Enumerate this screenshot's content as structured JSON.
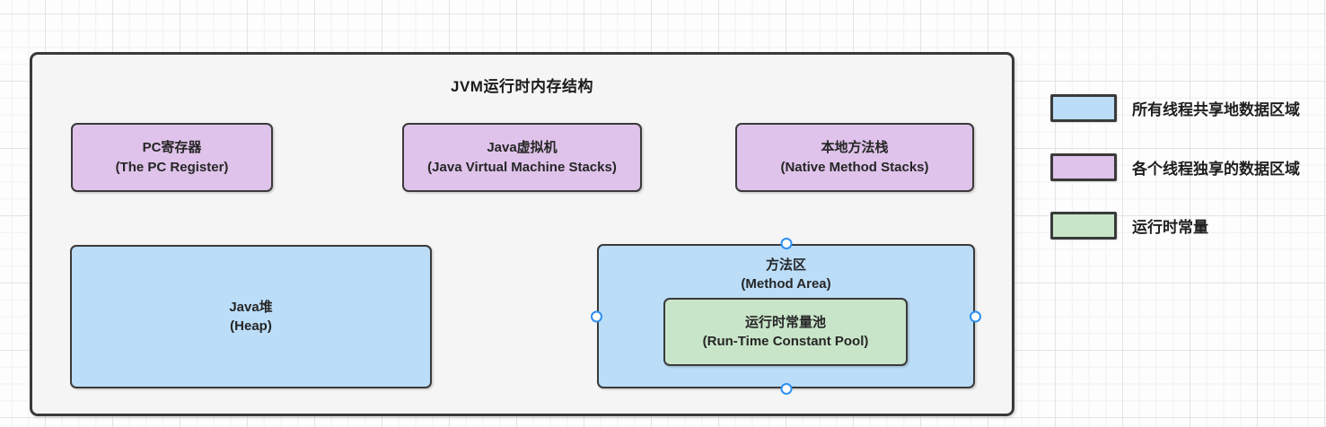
{
  "diagram": {
    "title": "JVM运行时内存结构",
    "nodes": {
      "pc_register": {
        "title": "PC寄存器",
        "subtitle": "(The PC Register)",
        "type": "thread-private"
      },
      "jvm_stacks": {
        "title": "Java虚拟机",
        "subtitle": "(Java Virtual Machine Stacks)",
        "type": "thread-private"
      },
      "native_stacks": {
        "title": "本地方法栈",
        "subtitle": "(Native Method Stacks)",
        "type": "thread-private"
      },
      "heap": {
        "title": "Java堆",
        "subtitle": "(Heap)",
        "type": "shared"
      },
      "method_area": {
        "title": "方法区",
        "subtitle": "(Method Area)",
        "type": "shared",
        "selected": true
      },
      "constant_pool": {
        "title": "运行时常量池",
        "subtitle": "(Run-Time Constant Pool)",
        "type": "runtime-constant"
      }
    }
  },
  "legend": {
    "items": [
      {
        "label": "所有线程共享地数据区域",
        "color": "#BBDDF8"
      },
      {
        "label": "各个线程独享的数据区域",
        "color": "#DFC3EA"
      },
      {
        "label": "运行时常量",
        "color": "#C9E5C9"
      }
    ]
  },
  "colors": {
    "shared_fill": "#BBDDF8",
    "private_fill": "#DFC3EA",
    "constant_fill": "#C9E5C9",
    "node_border": "#3A3A3A",
    "container_fill": "#F5F5F5",
    "handle_ring": "#2E8FF2",
    "text": "#262626"
  }
}
